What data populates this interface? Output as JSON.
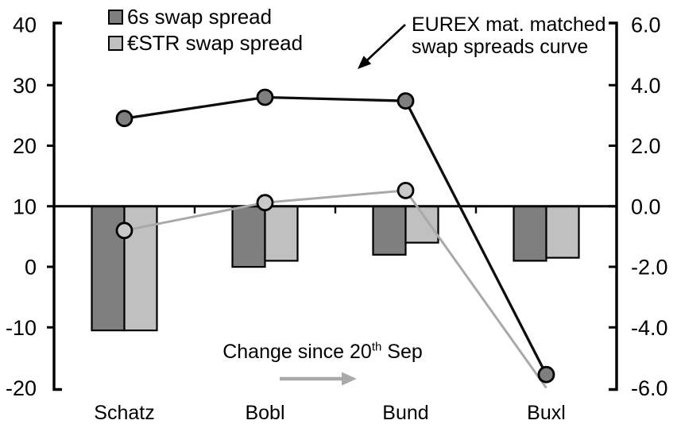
{
  "legend": {
    "items": [
      {
        "label": "6s swap spread",
        "color": "#7f7f7f"
      },
      {
        "label": "€STR swap spread",
        "color": "#c0c0c0"
      }
    ]
  },
  "annotations": {
    "eurex": {
      "line1": "EUREX mat. matched",
      "line2": "swap spreads curve"
    },
    "change": {
      "prefix": "Change since 20",
      "superscript": "th",
      "suffix": " Sep"
    }
  },
  "chart_data": {
    "type": "combo-bar-line",
    "categories": [
      "Schatz",
      "Bobl",
      "Bund",
      "Buxl"
    ],
    "left_axis": {
      "min": -20,
      "max": 40,
      "tick_labels": [
        "40",
        "30",
        "20",
        "10",
        "0",
        "-10",
        "-20"
      ],
      "tick_values": [
        40,
        30,
        20,
        10,
        0,
        -10,
        -20
      ]
    },
    "right_axis": {
      "min": -6,
      "max": 6,
      "tick_labels": [
        "6.0",
        "4.0",
        "2.0",
        "0.0",
        "-2.0",
        "-4.0",
        "-6.0"
      ],
      "tick_values": [
        6,
        4,
        2,
        0,
        -2,
        -4,
        -6
      ]
    },
    "bar_series": [
      {
        "name": "6s swap spread change since 20th Sep",
        "axis": "right",
        "fill": "#7f7f7f",
        "stroke": "#000000",
        "values": [
          -4.1,
          -2.0,
          -1.6,
          -1.8
        ]
      },
      {
        "name": "€STR swap spread change since 20th Sep",
        "axis": "right",
        "fill": "#c0c0c0",
        "stroke": "#000000",
        "values": [
          -4.1,
          -1.8,
          -1.2,
          -1.7
        ]
      }
    ],
    "line_series": [
      {
        "name": "€STR swap spread curve (EUREX mat. matched)",
        "axis": "left",
        "line_color": "#a9a9a9",
        "marker_fill": "#c9c9c9",
        "marker_stroke": "#000000",
        "values": [
          6.0,
          10.6,
          12.6,
          -20.0
        ],
        "markers": [
          true,
          true,
          true,
          false
        ]
      },
      {
        "name": "6s swap spread curve (EUREX mat. matched)",
        "axis": "left",
        "line_color": "#0d0d0d",
        "marker_fill": "#7f7f7f",
        "marker_stroke": "#000000",
        "values": [
          24.5,
          28.0,
          27.4,
          -17.8
        ],
        "markers": [
          true,
          true,
          true,
          true
        ]
      }
    ],
    "grid": false,
    "legend_position": "top-left",
    "zero_line_left_value": 10
  }
}
